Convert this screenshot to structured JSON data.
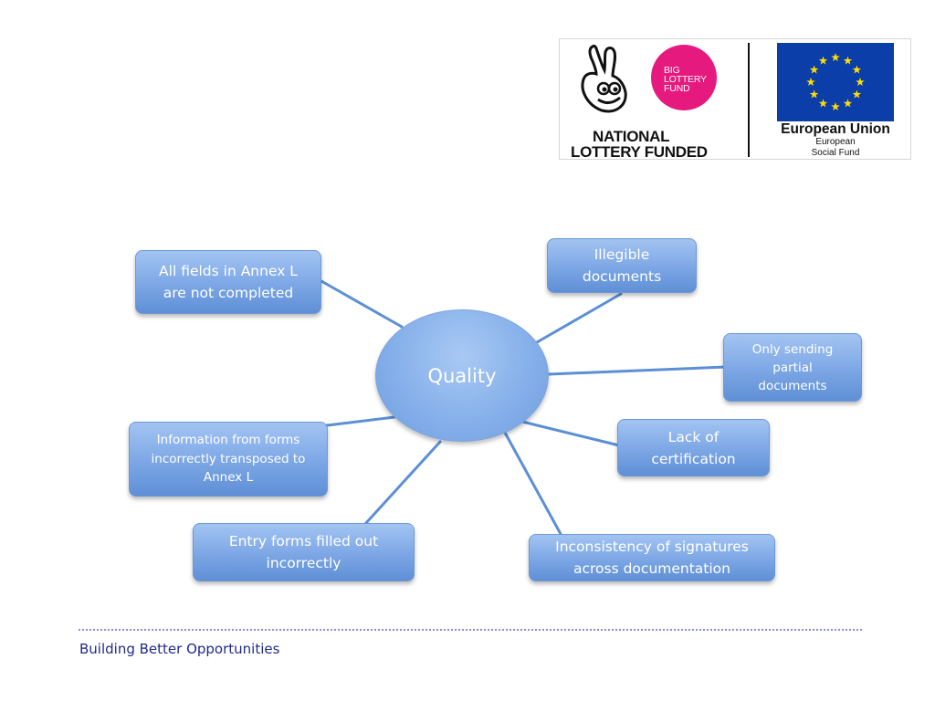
{
  "logos": {
    "big_lottery": [
      "BIG",
      "LOTTERY",
      "FUND"
    ],
    "national_lottery": [
      "NATIONAL",
      "LOTTERY FUNDED"
    ],
    "eu_title": "European Union",
    "eu_subtitle": [
      "European",
      "Social Fund"
    ],
    "eu_flag_color": "#0b3ea8",
    "big_lottery_color": "#e6197e"
  },
  "diagram": {
    "hub": "Quality",
    "nodes": [
      "All fields in Annex L\nare not completed",
      "Illegible\ndocuments",
      "Only sending\npartial\ndocuments",
      "Lack of\ncertification",
      "Inconsistency of signatures\nacross documentation",
      "Entry forms filled out\nincorrectly",
      "Information from forms\nincorrectly transposed to\nAnnex L"
    ]
  },
  "footer": {
    "text": "Building Better Opportunities"
  }
}
